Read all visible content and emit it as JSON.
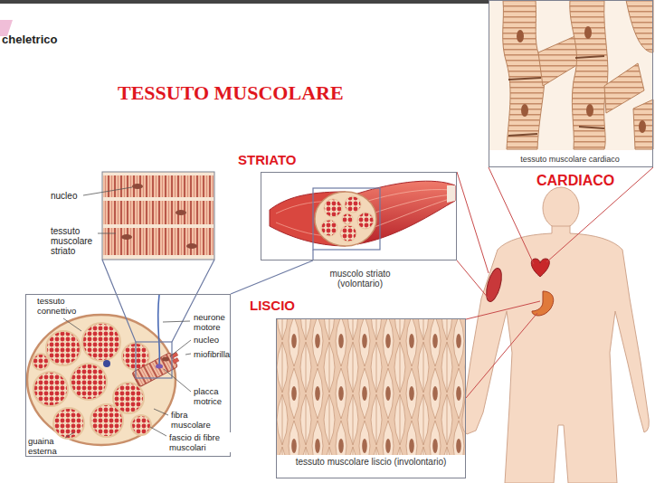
{
  "diagram": {
    "title": "TESSUTO MUSCOLARE",
    "nodes": [
      {
        "text": [
          "tessuto muscolare cardiaco",
          "CARDIACO"
        ]
      },
      {
        "text": [
          "STRIATO",
          "muscolo striato (volontario)"
        ]
      },
      {
        "text": [
          "tessuto connettivo",
          "neurone motore",
          "nucleo",
          "miofibrilla",
          "placca motrice",
          "fibra muscolare",
          "fascio di fibre muscolari",
          "guaina esterna"
        ]
      },
      {
        "text": [
          "LISCIO",
          "tessuto muscolare liscio (involontario)"
        ]
      }
    ],
    "edges": [
      {
        "from": 1,
        "to": 2,
        "arrow": "none"
      }
    ],
    "labels": [
      "cheletrico",
      "nucleo",
      "tessuto muscolare striato"
    ]
  }
}
